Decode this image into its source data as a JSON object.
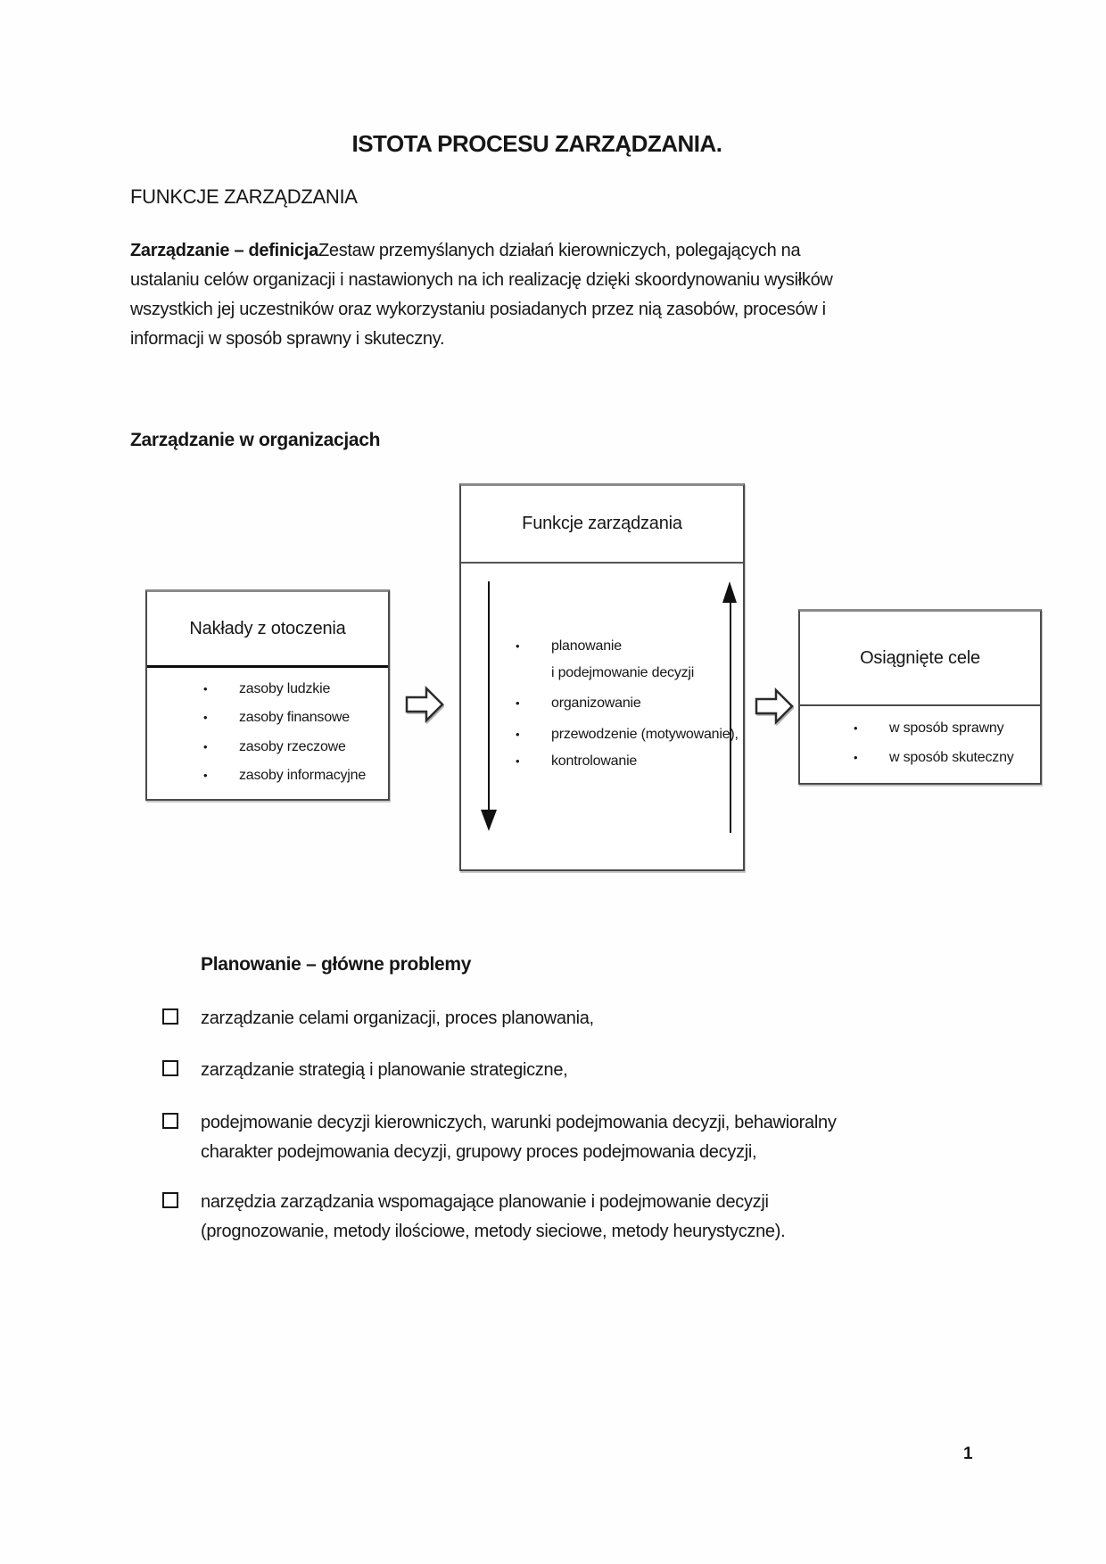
{
  "title": "ISTOTA PROCESU ZARZĄDZANIA.",
  "subtitle": "FUNKCJE ZARZĄDZANIA",
  "definition": {
    "lead_bold": "Zarządzanie – definicja",
    "line1_rest": "Zestaw przemyślanych działań kierowniczych, polegających na",
    "line2": "ustalaniu celów organizacji i nastawionych na ich realizację dzięki skoordynowaniu wysiłków",
    "line3": "wszystkich jej uczestników oraz wykorzystaniu posiadanych przez nią zasobów, procesów i",
    "line4": "informacji w sposób sprawny i skuteczny."
  },
  "diagram_heading": "Zarządzanie w organizacjach",
  "diagram": {
    "input_box": {
      "title": "Nakłady z otoczenia",
      "items": [
        "zasoby ludzkie",
        "zasoby finansowe",
        "zasoby rzeczowe",
        "zasoby informacyjne"
      ]
    },
    "center_box": {
      "title": "Funkcje zarządzania",
      "items": [
        {
          "text": "planowanie",
          "bullet": true
        },
        {
          "text": "i podejmowanie decyzji",
          "bullet": false
        },
        {
          "text": "organizowanie",
          "bullet": true
        },
        {
          "text": "przewodzenie (motywowanie),",
          "bullet": true
        },
        {
          "text": "kontrolowanie",
          "bullet": true
        }
      ]
    },
    "output_box": {
      "title": "Osiągnięte cele",
      "items": [
        "w sposób sprawny",
        "w sposób skuteczny"
      ]
    }
  },
  "planning": {
    "heading": "Planowanie – główne problemy",
    "items": [
      {
        "lines": [
          "zarządzanie celami organizacji, proces planowania,"
        ]
      },
      {
        "lines": [
          "zarządzanie strategią i planowanie strategiczne,"
        ]
      },
      {
        "lines": [
          "podejmowanie decyzji kierowniczych, warunki podejmowania decyzji, behawioralny",
          "charakter podejmowania decyzji, grupowy proces podejmowania decyzji,"
        ]
      },
      {
        "lines": [
          "narzędzia zarządzania wspomagające planowanie i podejmowanie decyzji",
          "(prognozowanie, metody ilościowe, metody sieciowe, metody heurystyczne)."
        ]
      }
    ]
  },
  "page": {
    "number": "1"
  },
  "glyphs": {
    "bullet": "•"
  },
  "colors": {
    "ink": "#161616",
    "box_border": "#4a4a4a",
    "divider": "#0d0d0d"
  }
}
